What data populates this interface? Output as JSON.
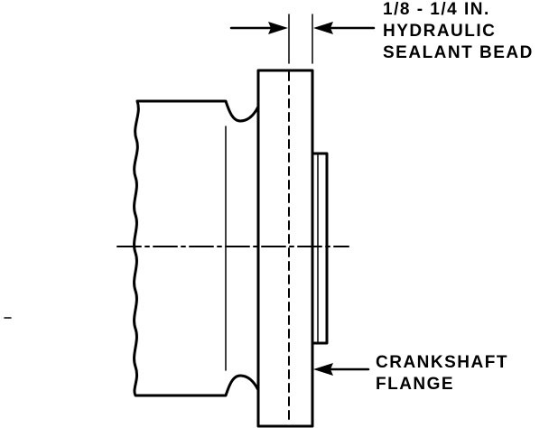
{
  "colors": {
    "ink": "#000000",
    "paper": "#ffffff"
  },
  "labels": {
    "dimension": [
      "1/8 - 1/4 IN.",
      "HYDRAULIC",
      "SEALANT BEAD"
    ],
    "flange": [
      "CRANKSHAFT",
      "FLANGE"
    ]
  }
}
